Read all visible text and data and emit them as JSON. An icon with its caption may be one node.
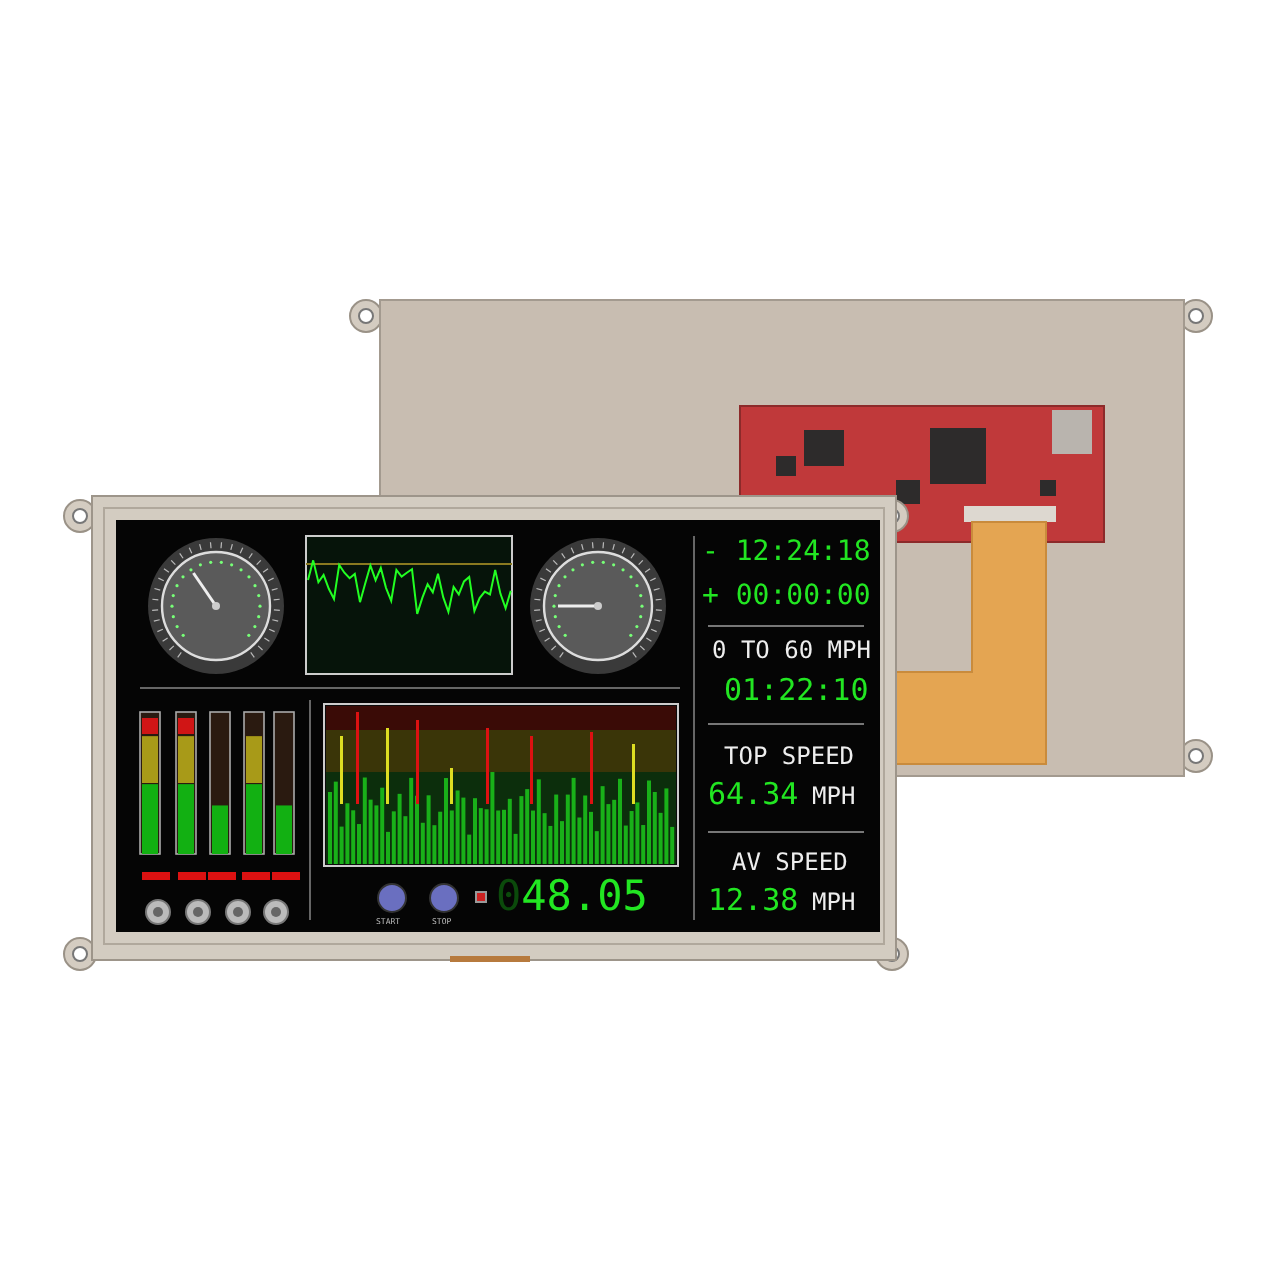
{
  "diagram": {
    "labels": [
      "- 12:24:18",
      "+ 00:00:00",
      "0 TO 60 MPH",
      "01:22:10",
      "TOP SPEED",
      "64.34",
      "MPH",
      "AV SPEED",
      "12.38",
      "MPH",
      "START",
      "STOP",
      "048.05"
    ]
  }
}
